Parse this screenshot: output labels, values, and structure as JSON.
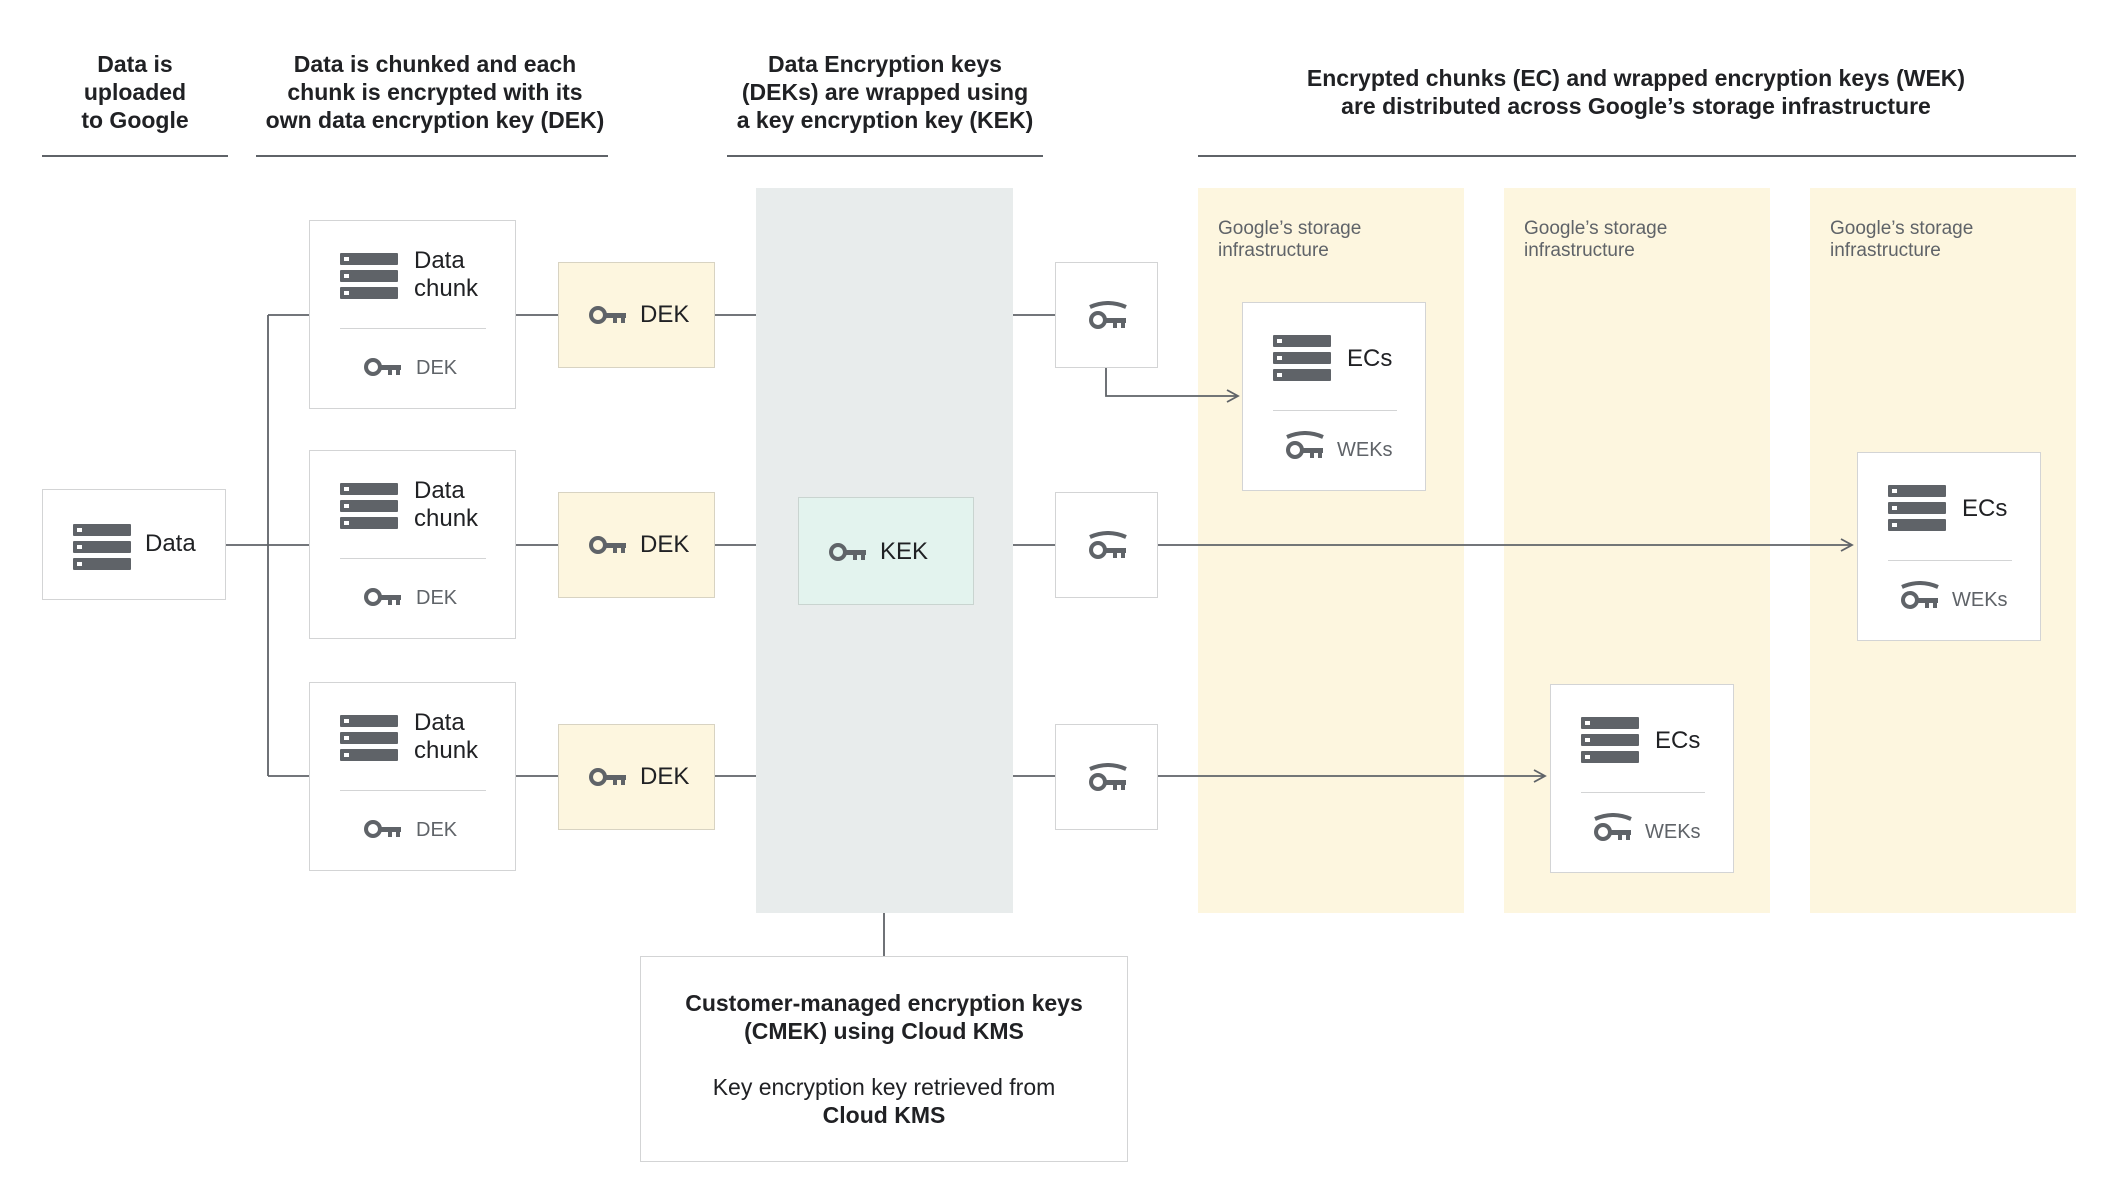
{
  "headers": {
    "upload": "Data is\nuploaded\nto Google",
    "chunk": "Data is chunked and each\nchunk is encrypted with its\nown data encryption key (DEK)",
    "wrap": "Data Encryption keys\n(DEKs) are wrapped using\na key encryption key (KEK)",
    "distribute": "Encrypted chunks (EC) and wrapped encryption keys (WEK)\nare distributed across Google’s storage infrastructure"
  },
  "data_box": {
    "label": "Data",
    "icon": "database-icon"
  },
  "chunks": [
    {
      "title": "Data\nchunk",
      "key_label": "DEK"
    },
    {
      "title": "Data\nchunk",
      "key_label": "DEK"
    },
    {
      "title": "Data\nchunk",
      "key_label": "DEK"
    }
  ],
  "deks": [
    {
      "label": "DEK",
      "icon": "key-icon"
    },
    {
      "label": "DEK",
      "icon": "key-icon"
    },
    {
      "label": "DEK",
      "icon": "key-icon"
    }
  ],
  "kek": {
    "label": "KEK",
    "icon": "key-icon"
  },
  "wrapped_keys": [
    {
      "icon": "wrapped-key-icon"
    },
    {
      "icon": "wrapped-key-icon"
    },
    {
      "icon": "wrapped-key-icon"
    }
  ],
  "storage": {
    "column_label": "Google’s storage\ninfrastructure",
    "ec_boxes": [
      {
        "title": "ECs",
        "sub": "WEKs"
      },
      {
        "title": "ECs",
        "sub": "WEKs"
      },
      {
        "title": "ECs",
        "sub": "WEKs"
      }
    ]
  },
  "cmek": {
    "title": "Customer-managed encryption keys\n(CMEK) using Cloud KMS",
    "body_line1": "Key encryption key retrieved from",
    "body_line2": "Cloud KMS"
  },
  "colors": {
    "line": "#5f6368",
    "icon": "#5f6368",
    "kek_panel": "#e8ecec",
    "storage_bg": "#fdf6df",
    "dek_box": "#fdf6df",
    "kek_box": "#e3f3ee",
    "box_border": "#d3d4d5"
  }
}
